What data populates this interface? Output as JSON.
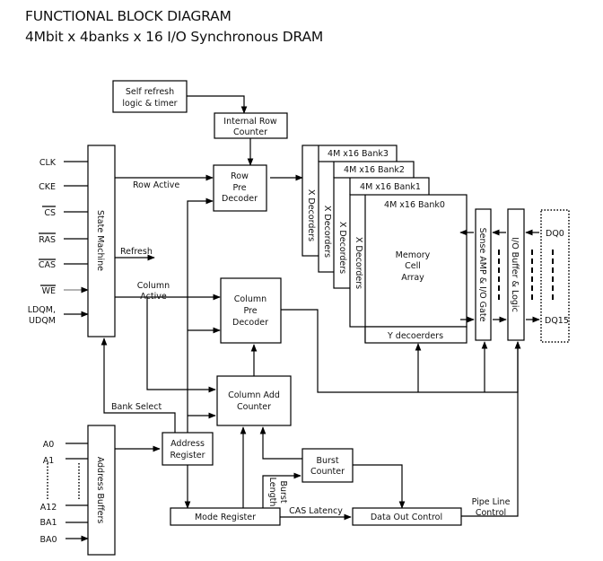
{
  "title": {
    "line1": "FUNCTIONAL BLOCK DIAGRAM",
    "line2": "4Mbit x 4banks x 16 I/O  Synchronous DRAM"
  },
  "blocks": {
    "self_refresh": [
      "Self refresh",
      "logic & timer"
    ],
    "internal_row_counter": [
      "Internal Row",
      "Counter"
    ],
    "state_machine": "State Machine",
    "row_pre_decoder": [
      "Row",
      "Pre",
      "Decoder"
    ],
    "column_pre_decoder": [
      "Column",
      "Pre",
      "Decoder"
    ],
    "column_add_counter": [
      "Column Add",
      "Counter"
    ],
    "address_buffers": "Address Buffers",
    "address_register": [
      "Address",
      "Register"
    ],
    "mode_register": "Mode Register",
    "burst_counter": [
      "Burst",
      "Counter"
    ],
    "data_out_control": "Data Out Control",
    "banks": [
      "4M x16 Bank3",
      "4M x16 Bank2",
      "4M x16 Bank1",
      "4M x16 Bank0"
    ],
    "x_decoders": "X Decorders",
    "memory_cell_array": [
      "Memory",
      "Cell",
      "Array"
    ],
    "y_decoders": "Y decoerders",
    "sense_amp": "Sense AMP & I/O Gate",
    "io_buffer": "I/O Buffer & Logic"
  },
  "control_inputs": [
    "CLK",
    "CKE",
    "CS",
    "RAS",
    "CAS",
    "WE",
    "LDQM,",
    "UDQM"
  ],
  "overlined_inputs": [
    "CS",
    "RAS",
    "CAS",
    "WE"
  ],
  "address_inputs": [
    "A0",
    "A1",
    "A12",
    "BA1",
    "BA0"
  ],
  "dq_pins": [
    "DQ0",
    "DQ15"
  ],
  "signals": {
    "row_active": "Row Active",
    "refresh": "Refresh",
    "column_active": [
      "Column",
      "Active"
    ],
    "bank_select": "Bank Select",
    "burst_length": [
      "Burst",
      "Length"
    ],
    "cas_latency": "CAS Latency",
    "pipe_line_control": [
      "Pipe Line",
      "Control"
    ]
  }
}
